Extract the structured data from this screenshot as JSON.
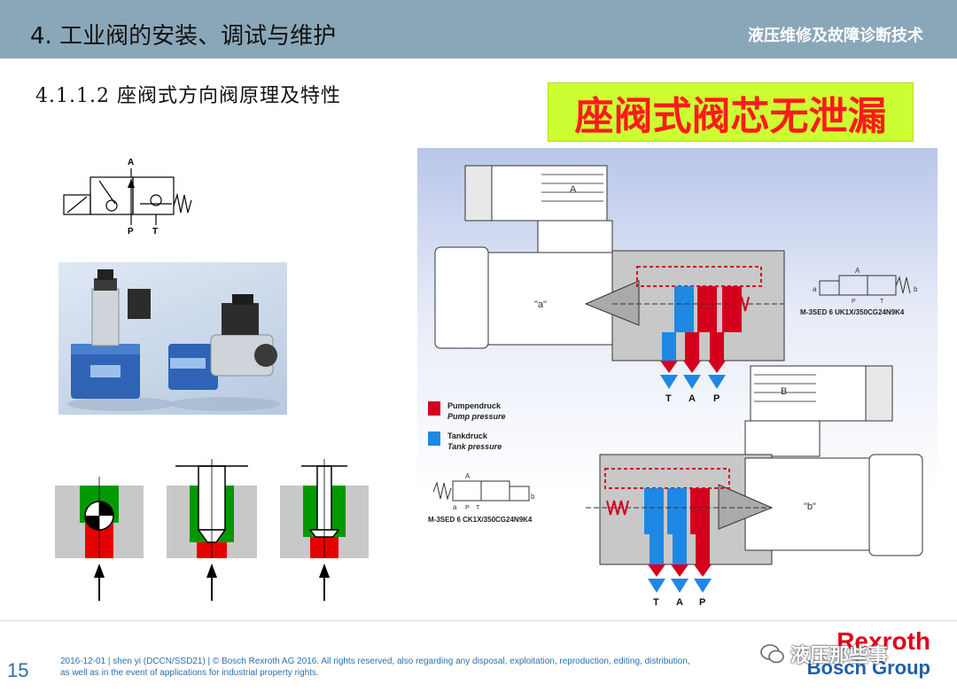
{
  "header": {
    "title": "4. 工业阀的安装、调试与维护",
    "right": "液压维修及故障诊断技术"
  },
  "subtitle": "4.1.1.2 座阀式方向阀原理及特性",
  "callout": "座阀式阀芯无泄漏",
  "symbol": {
    "port_a": "A",
    "port_p": "P",
    "port_t": "T"
  },
  "diagram": {
    "label_a": "\"a\"",
    "label_b": "\"b\"",
    "cap_a": "A",
    "cap_b": "B",
    "model_top": "M-3SED 6 UK1X/350CG24N9K4",
    "model_bottom": "M-3SED 6 CK1X/350CG24N9K4",
    "sym_a": "a",
    "sym_b": "b",
    "sym_A": "A",
    "sym_P": "P",
    "sym_T": "T",
    "ports_top": [
      "T",
      "A",
      "P"
    ],
    "ports_bottom": [
      "T",
      "A",
      "P"
    ],
    "legend": [
      {
        "name": "Pumpendruck",
        "sub": "Pump pressure",
        "color": "#d4001e"
      },
      {
        "name": "Tankdruck",
        "sub": "Tank pressure",
        "color": "#1e88e5"
      }
    ]
  },
  "colors": {
    "pressure": "#e60000",
    "seat": "#009900",
    "tank": "#1e88e5",
    "body": "#c8c8c8"
  },
  "footer": {
    "page": "15",
    "line1": "2016-12-01 | shen yi (DCCN/SSD21) | © Bosch Rexroth AG 2016. All rights reserved, also regarding any disposal, exploitation, reproduction, editing, distribution,",
    "line2": "as well as in the event of applications for industrial property rights.",
    "brand1": "Rexroth",
    "brand2": "Bosch Group",
    "watermark": "液压那些事"
  }
}
